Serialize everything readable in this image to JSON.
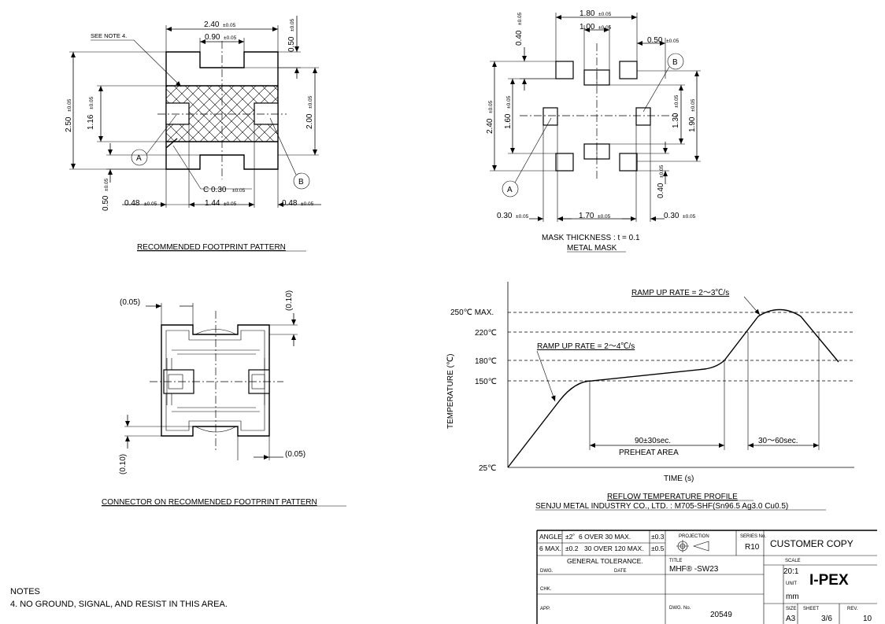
{
  "footprint": {
    "caption": "RECOMMENDED FOOTPRINT PATTERN",
    "see_note": "SEE NOTE 4.",
    "width_total": "2.40",
    "width_total_tol": "±0.05",
    "notch_width": "0.90",
    "notch_width_tol": "±0.05",
    "notch_depth": "0.50",
    "notch_depth_tol": "±0.05",
    "height_total": "2.50",
    "height_total_tol": "±0.05",
    "inner_height": "1.16",
    "inner_height_tol": "±0.05",
    "right_height": "2.00",
    "right_height_tol": "±0.05",
    "bottom_notch": "0.50",
    "bottom_notch_tol": "±0.05",
    "chamfer": "C 0.30",
    "chamfer_tol": "±0.05",
    "left_bottom": "0.48",
    "left_bottom_tol": "±0.05",
    "mid_bottom": "1.44",
    "mid_bottom_tol": "±0.05",
    "right_bottom": "0.48",
    "right_bottom_tol": "±0.05",
    "label_a": "A",
    "label_b": "B"
  },
  "mask": {
    "caption_line1": "MASK THICKNESS : t = 0.1",
    "caption_line2": "METAL MASK",
    "top_180": "1.80",
    "top_180_tol": "±0.05",
    "top_100": "1.00",
    "top_100_tol": "±0.05",
    "top_050": "0.50",
    "top_050_tol": "±0.05",
    "left_040": "0.40",
    "left_040_tol": "±0.05",
    "left_240": "2.40",
    "left_240_tol": "±0.05",
    "left_160": "1.60",
    "left_160_tol": "±0.05",
    "right_130": "1.30",
    "right_130_tol": "±0.05",
    "right_190": "1.90",
    "right_190_tol": "±0.05",
    "right_040": "0.40",
    "right_040_tol": "±0.05",
    "bottom_030a": "0.30",
    "bottom_030a_tol": "±0.05",
    "bottom_170": "1.70",
    "bottom_170_tol": "±0.05",
    "bottom_030b": "0.30",
    "bottom_030b_tol": "±0.05",
    "label_a": "A",
    "label_b": "B"
  },
  "connector": {
    "caption": "CONNECTOR ON RECOMMENDED FOOTPRINT PATTERN",
    "dim_005_top": "(0.05)",
    "dim_010_top": "(0.10)",
    "dim_010_bottom": "(0.10)",
    "dim_005_bottom": "(0.05)"
  },
  "reflow": {
    "title_line1": "REFLOW TEMPERATURE PROFILE",
    "title_line2": "SENJU METAL INDUSTRY CO., LTD. : M705-SHF(Sn96.5 Ag3.0 Cu0.5)",
    "ylabel": "TEMPERATURE (℃)",
    "xlabel": "TIME (s)",
    "t250": "250℃ MAX.",
    "t220": "220℃",
    "t180": "180℃",
    "t150": "150℃",
    "t25": "25℃",
    "ramp1": "RAMP UP RATE = 2～4℃/s",
    "ramp2": "RAMP UP RATE = 2～3℃/s",
    "preheat_time": "90±30sec.",
    "preheat_label": "PREHEAT AREA",
    "peak_time": "30～60sec."
  },
  "chart_data": {
    "type": "line",
    "title": "REFLOW TEMPERATURE PROFILE",
    "xlabel": "TIME (s)",
    "ylabel": "TEMPERATURE (℃)",
    "y_ticks": [
      25,
      150,
      180,
      220,
      250
    ],
    "reference_lines": [
      250,
      220,
      180,
      150
    ],
    "annotations": [
      "RAMP UP RATE = 2～4℃/s",
      "RAMP UP RATE = 2～3℃/s",
      "90±30sec.",
      "PREHEAT AREA",
      "30～60sec."
    ]
  },
  "notes": {
    "heading": "NOTES",
    "note4": "4. NO GROUND, SIGNAL, AND RESIST IN THIS AREA."
  },
  "title_block": {
    "angle": "ANGLE",
    "angle_tol": "±2˚",
    "max6": "6 MAX.",
    "max6_tol": "±0.2",
    "over30": "6 OVER 30 MAX.",
    "over30_tol": "±0.3",
    "over120": "30 OVER 120 MAX.",
    "over120_tol": "±0.5",
    "general": "GENERAL TOLERANCE.",
    "projection": "PROJECTION",
    "series_no": "SERIES No.",
    "series": "R10",
    "customer_copy": "CUSTOMER COPY",
    "dwg": "DWG.",
    "date": "DATE",
    "title_label": "TITLE",
    "title": "MHF® -SW23",
    "scale_label": "SCALE",
    "scale": "20:1",
    "unit_label": "UNIT",
    "unit": "mm",
    "chk": "CHK.",
    "app": "APP.",
    "dwg_no_label": "DWG. No.",
    "dwg_no": "20549",
    "size_label": "SIZE",
    "size": "A3",
    "sheet_label": "SHEET",
    "sheet": "3/6",
    "rev_label": "REV.",
    "rev": "10",
    "logo": "I-PEX"
  }
}
